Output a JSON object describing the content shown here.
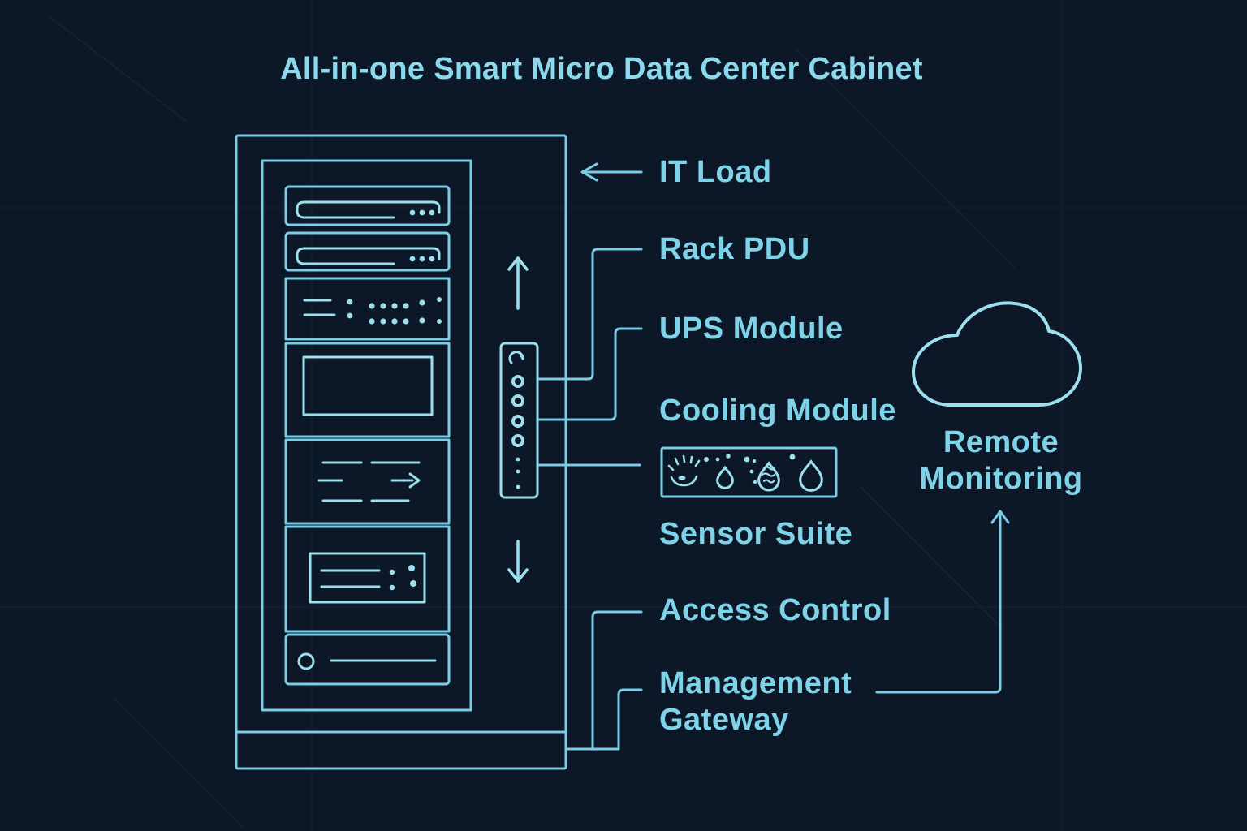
{
  "title": "All-in-one Smart Micro Data Center Cabinet",
  "colors": {
    "background": "#0c1827",
    "frame_stroke": "#79cde6",
    "detail_stroke": "#9cdfef",
    "text": "#7fd3e9",
    "title_text": "#8ad9ec"
  },
  "labels": {
    "it_load": "IT Load",
    "rack_pdu": "Rack PDU",
    "ups_module": "UPS Module",
    "cooling_module": "Cooling Module",
    "sensor_suite": "Sensor Suite",
    "access_control": "Access Control",
    "management_gateway": [
      "Management",
      "Gateway"
    ],
    "remote_monitoring": [
      "Remote",
      "Monitoring"
    ]
  },
  "cabinet": {
    "name": "smart-micro-data-center-cabinet",
    "modules": [
      "server-unit-1",
      "server-unit-2",
      "patch-panel-unit",
      "ups-display-unit",
      "cooling-airflow-unit",
      "server-display-unit",
      "access-panel-unit",
      "rack-pdu-strip"
    ]
  },
  "icons": {
    "cloud": "cloud-icon",
    "airflow_up": "arrow-up-icon",
    "airflow_down": "arrow-down-icon",
    "it_load_arrow": "arrow-left-icon",
    "remote_link_arrow": "arrow-up-icon",
    "pdu_power": "power-hook-icon",
    "sensor_icons": [
      "temperature-gauge-icon",
      "humidity-drop-icon",
      "leak-detect-drop-icon",
      "water-drop-icon"
    ]
  }
}
